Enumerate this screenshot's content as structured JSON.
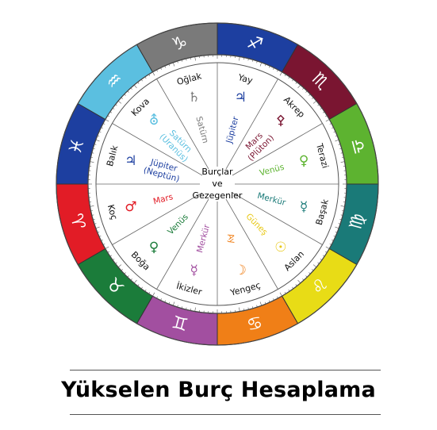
{
  "center": {
    "line1": "Burçlar",
    "line2": "ve",
    "line3": "Gezegenler"
  },
  "signs": [
    {
      "name": "Yay",
      "symbol": "♐",
      "sign_color": "#1d3fa0"
    },
    {
      "name": "Akrep",
      "symbol": "♏",
      "sign_color": "#7a1531"
    },
    {
      "name": "Terazi",
      "symbol": "♎",
      "sign_color": "#5db330"
    },
    {
      "name": "Başak",
      "symbol": "♍",
      "sign_color": "#1a7a78"
    },
    {
      "name": "Aslan",
      "symbol": "♌",
      "sign_color": "#e8dc16"
    },
    {
      "name": "Yengeç",
      "symbol": "♋",
      "sign_color": "#f07f17"
    },
    {
      "name": "İkizler",
      "symbol": "♊",
      "sign_color": "#a24fa0"
    },
    {
      "name": "Boğa",
      "symbol": "♉",
      "sign_color": "#1b7c3a"
    },
    {
      "name": "Koç",
      "symbol": "♈",
      "sign_color": "#e21c26"
    },
    {
      "name": "Balık",
      "symbol": "♓",
      "sign_color": "#1d3fa0"
    },
    {
      "name": "Kova",
      "symbol": "♒",
      "sign_color": "#5bbfe0"
    },
    {
      "name": "Oğlak",
      "symbol": "♑",
      "sign_color": "#7a7a7a"
    }
  ],
  "rulers": [
    {
      "name": "Jüpiter",
      "symbol": "♃",
      "color": "#1d3fa0"
    },
    {
      "name": "Mars (Plüton)",
      "symbol": "⚴",
      "color": "#7a1531"
    },
    {
      "name": "Venüs",
      "symbol": "♀",
      "color": "#5db330"
    },
    {
      "name": "Merkür",
      "symbol": "☿",
      "color": "#1a7a78"
    },
    {
      "name": "Güneş",
      "symbol": "☉",
      "color": "#e8c816"
    },
    {
      "name": "Ay",
      "symbol": "☽",
      "color": "#f07f17"
    },
    {
      "name": "Merkür",
      "symbol": "☿",
      "color": "#a24fa0"
    },
    {
      "name": "Venüs",
      "symbol": "♀",
      "color": "#1b7c3a"
    },
    {
      "name": "Mars",
      "symbol": "♂",
      "color": "#e21c26"
    },
    {
      "name": "Jüpiter (Neptün)",
      "symbol": "♃",
      "color": "#1d3fa0"
    },
    {
      "name": "Satürn (Uranüs)",
      "symbol": "⛢",
      "color": "#5bbfe0"
    },
    {
      "name": "Satürn",
      "symbol": "♄",
      "color": "#7a7a7a"
    }
  ],
  "caption": {
    "title": "Yükselen Burç Hesaplama"
  }
}
